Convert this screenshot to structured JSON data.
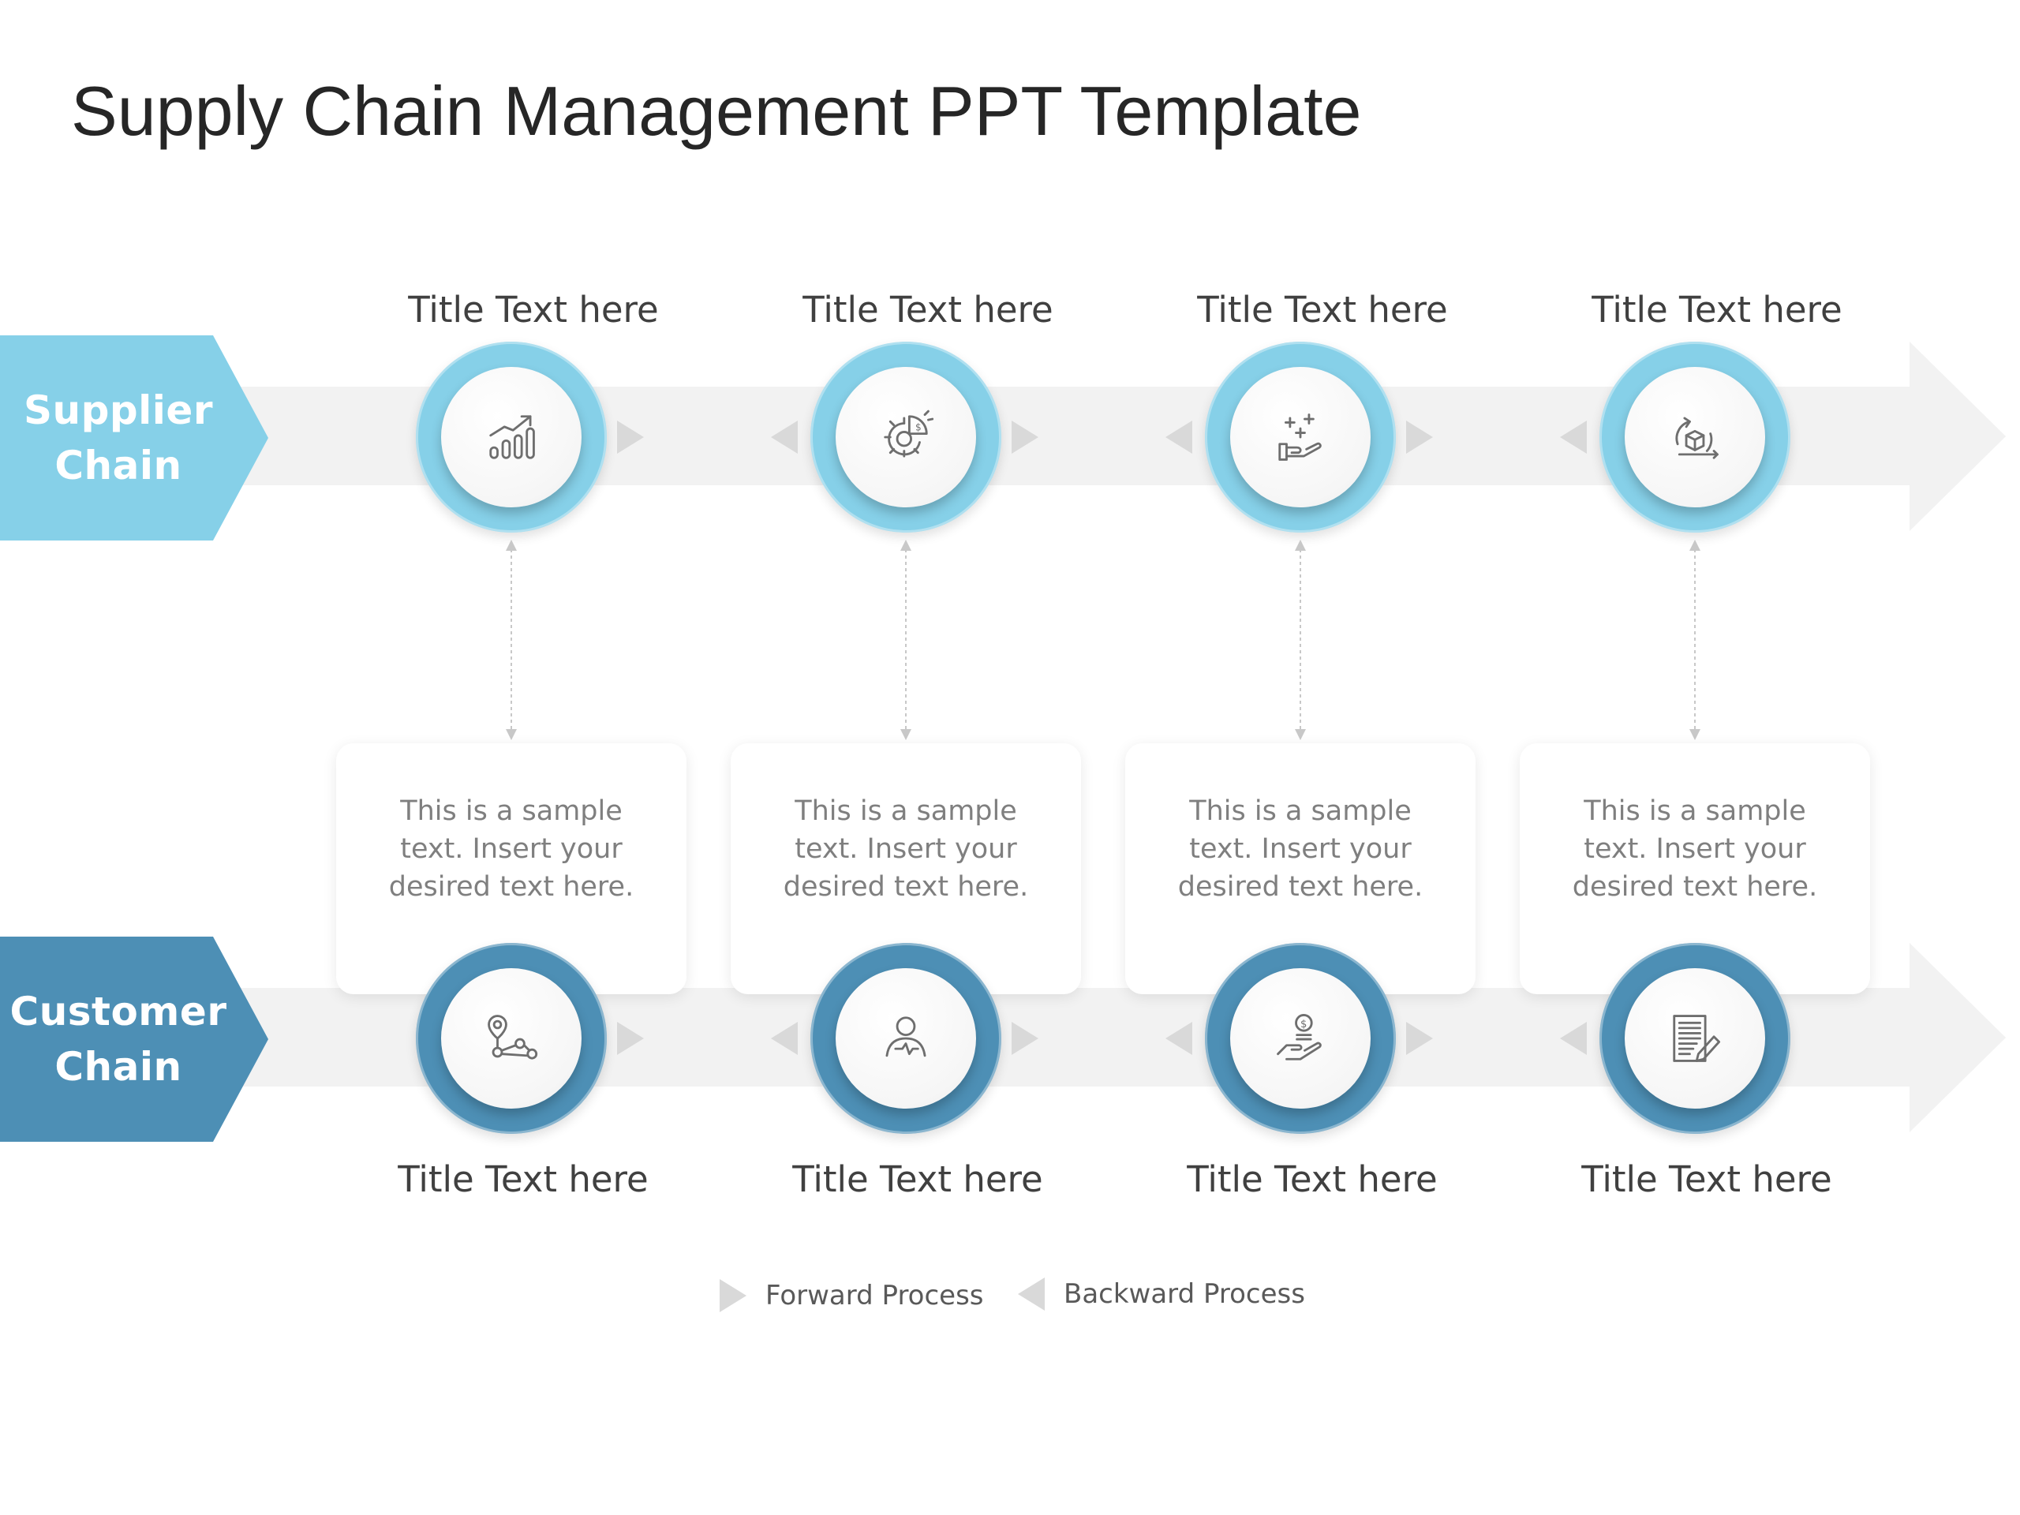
{
  "slide": {
    "title": "Supply Chain Management PPT Template"
  },
  "colors": {
    "supplier": "#86d0e8",
    "customer": "#4d8fb5",
    "band": "#f2f2f2",
    "process_marker": "#d9d9d9"
  },
  "supplier_chain": {
    "label_line1": "Supplier",
    "label_line2": "Chain",
    "steps": [
      {
        "title": "Title Text here",
        "icon": "growth-chart-icon"
      },
      {
        "title": "Title Text here",
        "icon": "cost-gear-icon"
      },
      {
        "title": "Title Text here",
        "icon": "healthcare-hand-icon"
      },
      {
        "title": "Title Text here",
        "icon": "package-cycle-icon"
      }
    ]
  },
  "customer_chain": {
    "label_line1": "Customer",
    "label_line2": "Chain",
    "steps": [
      {
        "title": "Title Text here",
        "icon": "location-route-icon"
      },
      {
        "title": "Title Text here",
        "icon": "customer-person-icon"
      },
      {
        "title": "Title Text here",
        "icon": "money-hand-icon"
      },
      {
        "title": "Title Text here",
        "icon": "document-edit-icon"
      }
    ]
  },
  "cards": [
    {
      "line1": "This is a sample",
      "line2": "text. Insert your",
      "line3": "desired text here."
    },
    {
      "line1": "This is a sample",
      "line2": "text. Insert your",
      "line3": "desired text here."
    },
    {
      "line1": "This is a sample",
      "line2": "text. Insert your",
      "line3": "desired text here."
    },
    {
      "line1": "This is a sample",
      "line2": "text. Insert your",
      "line3": "desired text here."
    }
  ],
  "legend": {
    "forward": "Forward Process",
    "backward": "Backward Process"
  }
}
